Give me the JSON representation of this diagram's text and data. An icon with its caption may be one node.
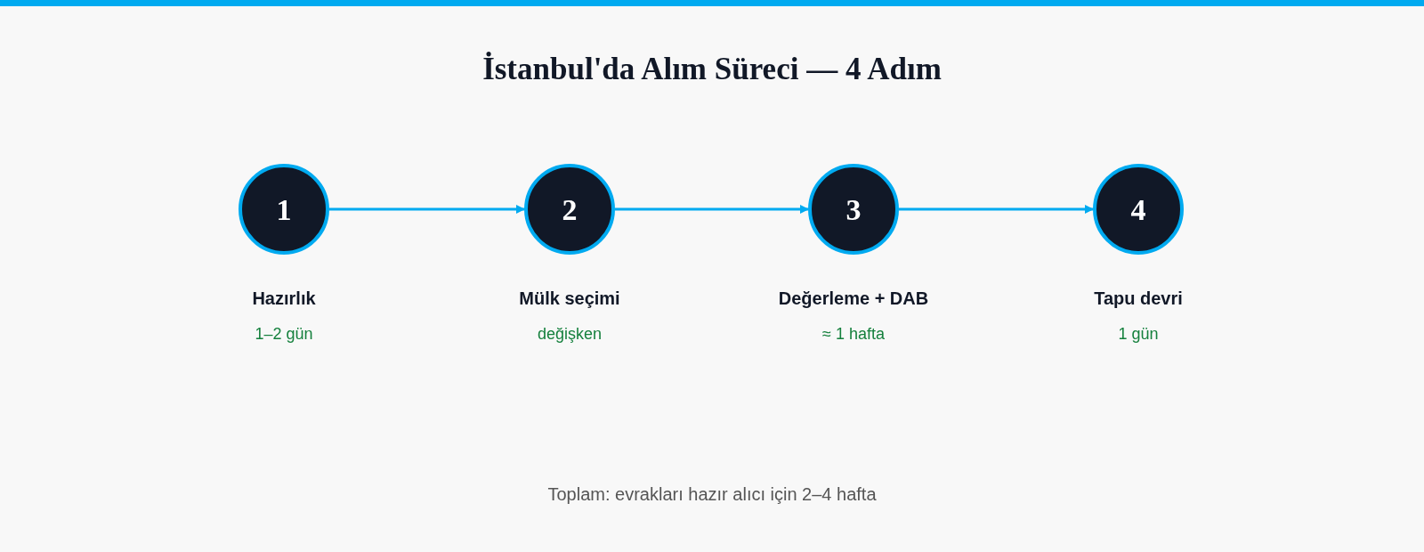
{
  "diagram": {
    "title": "İstanbul'da Alım Süreci — 4 Adım",
    "nodes": [
      {
        "text": [
          "1"
        ],
        "beside": [
          "Hazırlık",
          "1–2 gün"
        ]
      },
      {
        "text": [
          "2"
        ],
        "beside": [
          "Mülk seçimi",
          "değişken"
        ]
      },
      {
        "text": [
          "3"
        ],
        "beside": [
          "Değerleme + DAB",
          "≈ 1 hafta"
        ]
      },
      {
        "text": [
          "4"
        ],
        "beside": [
          "Tapu devri",
          "1 gün"
        ]
      }
    ],
    "edges": [
      {
        "from": 0,
        "to": 1,
        "arrow": "to"
      },
      {
        "from": 1,
        "to": 2,
        "arrow": "to"
      },
      {
        "from": 2,
        "to": 3,
        "arrow": "to"
      }
    ],
    "caption": "Toplam: evrakları hazır alıcı için 2–4 hafta"
  }
}
